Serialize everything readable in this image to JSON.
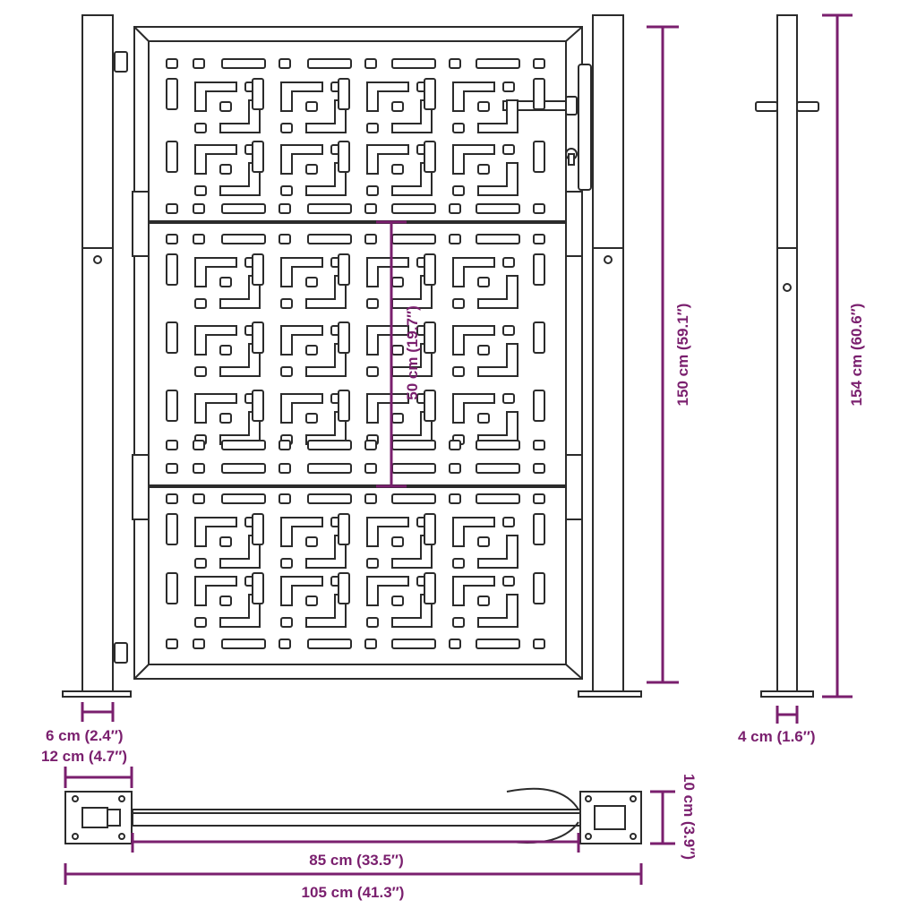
{
  "colors": {
    "dimension": "#7a1f6e",
    "line": "#2b2b2b",
    "fill": "#ffffff"
  },
  "dimensions": {
    "panel_height": "50 cm (19.7″)",
    "gate_height": "150 cm (59.1″)",
    "total_height": "154 cm (60.6″)",
    "post_width": "6 cm (2.4″)",
    "base_plate_width": "12 cm (4.7″)",
    "post_side_width": "4 cm (1.6″)",
    "plate_depth": "10 cm (3.9″)",
    "opening_width": "85 cm (33.5″)",
    "total_width": "105 cm (41.3″)"
  }
}
